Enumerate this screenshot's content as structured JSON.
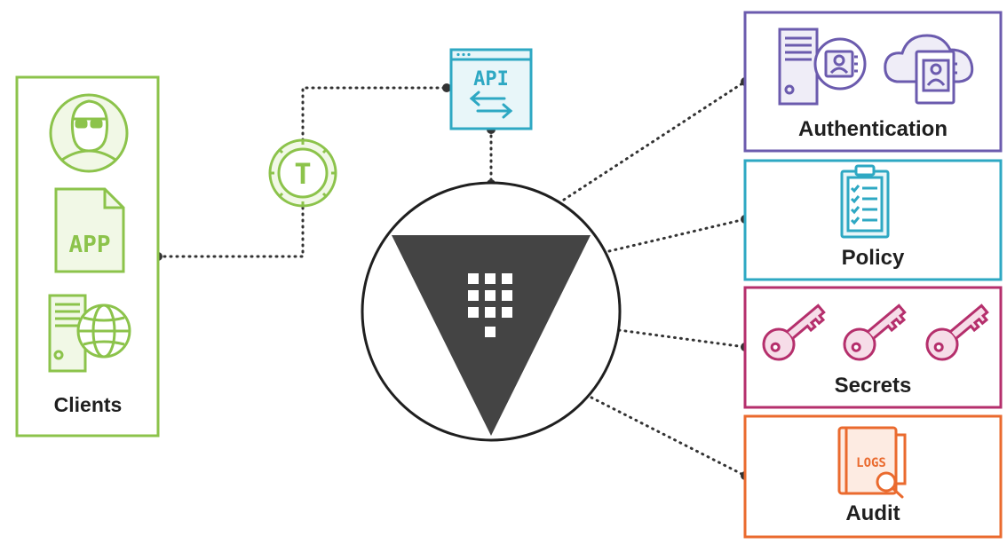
{
  "clients": {
    "label": "Clients",
    "app_icon_text": "APP",
    "color": "#8cc34b"
  },
  "token": {
    "icon_text": "T",
    "color": "#8cc34b"
  },
  "api": {
    "label": "API",
    "color": "#2ea8c3"
  },
  "vault": {
    "color": "#444444"
  },
  "panels": {
    "authentication": {
      "label": "Authentication",
      "color": "#6b5bae"
    },
    "policy": {
      "label": "Policy",
      "color": "#2ea8c3"
    },
    "secrets": {
      "label": "Secrets",
      "color": "#b52f6c"
    },
    "audit": {
      "label": "Audit",
      "icon_text": "LOGS",
      "color": "#ea6a2e"
    }
  },
  "connector_color": "#333333"
}
